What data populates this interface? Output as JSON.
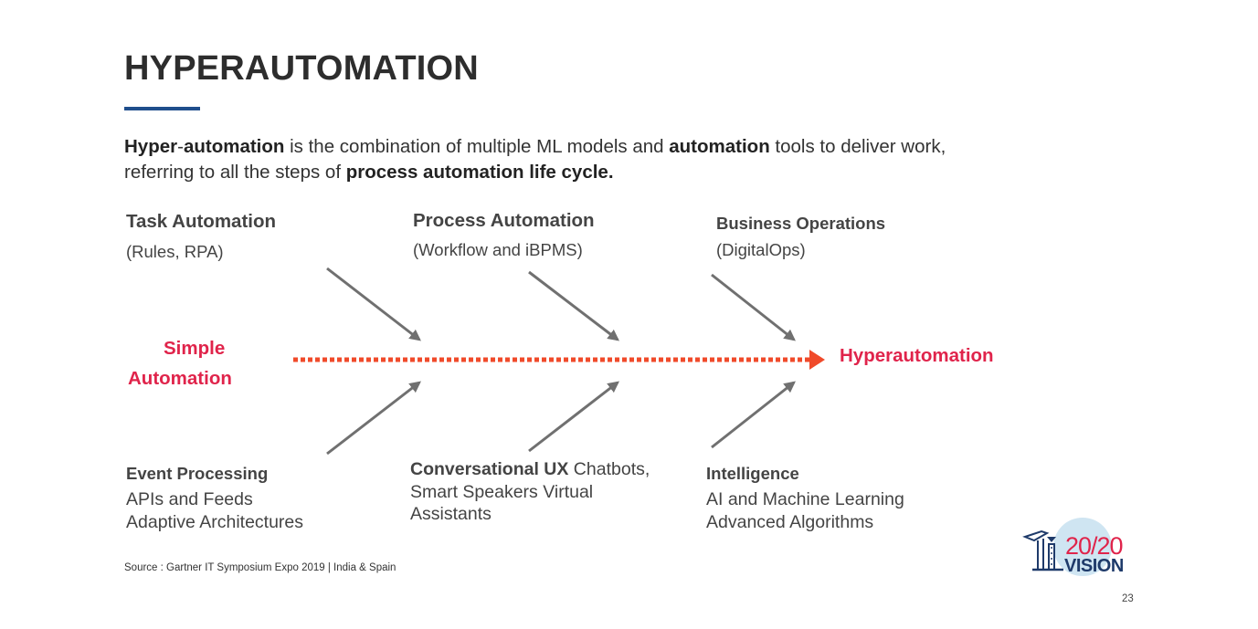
{
  "slide": {
    "title": "HYPERAUTOMATION",
    "intro": {
      "line1_part1": "Hyper",
      "line1_part2": "-",
      "line1_part3": "automation",
      "line1_part4": " is the combination of multiple ML models and ",
      "line1_part5": "automation",
      "line1_part6": " tools to deliver work,",
      "line2_part1": "referring to all the steps of ",
      "line2_part2": "process automation life cycle."
    },
    "top_labels": [
      {
        "heading": "Task Automation",
        "sub": "(Rules, RPA)"
      },
      {
        "heading": "Process Automation",
        "sub": "(Workflow and iBPMS)"
      },
      {
        "heading": "Business Operations",
        "sub": "(DigitalOps)"
      }
    ],
    "start_label_line1": "Simple",
    "start_label_line2": "Automation",
    "end_label": "Hyperautomation",
    "bottom_labels": [
      {
        "heading": "Event Processing",
        "line1": "APIs and Feeds",
        "line2": "Adaptive Architectures"
      },
      {
        "heading": "Conversational UX",
        "heading_tail": " Chatbots,",
        "line1": "Smart Speakers Virtual",
        "line2": "Assistants"
      },
      {
        "heading": "Intelligence",
        "line1": "AI and Machine Learning",
        "line2": "Advanced Algorithms"
      }
    ],
    "source": "Source : Gartner IT Symposium Expo 2019 | India & Spain",
    "page_number": "23",
    "logo": {
      "top": "20/20",
      "bottom": "VISION"
    }
  },
  "colors": {
    "accent_red": "#e0244b",
    "arrow_gray": "#707070",
    "rule_blue": "#1f4e8c",
    "dotted_arrow": "#f04a2a"
  }
}
